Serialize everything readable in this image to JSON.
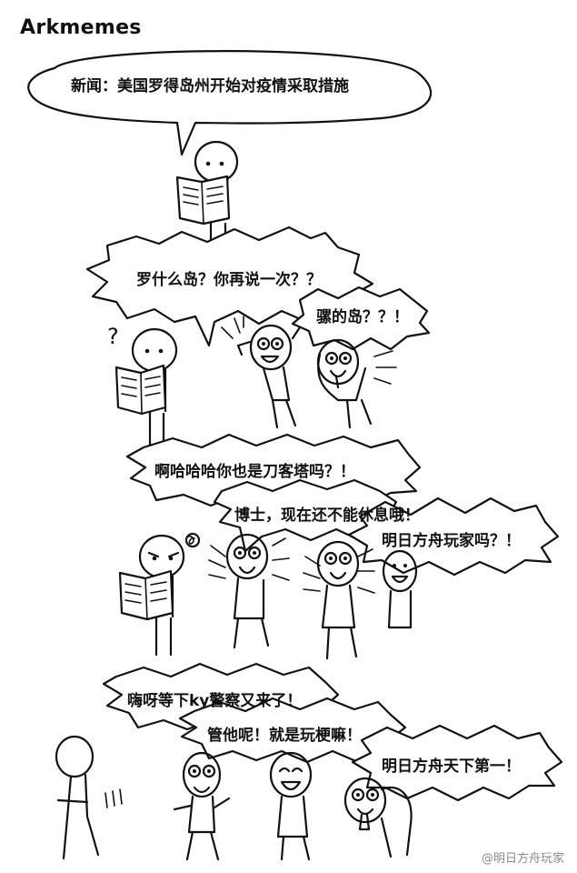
{
  "header": {
    "title": "Arkmemes"
  },
  "panels": [
    {
      "bubbles": [
        {
          "text": "新闻：美国罗得岛州开始对疫情采取措施"
        }
      ]
    },
    {
      "bubbles": [
        {
          "text": "罗什么岛？你再说一次？？"
        },
        {
          "text": "骡的岛？？！"
        }
      ]
    },
    {
      "bubbles": [
        {
          "text": "啊哈哈哈你也是刀客塔吗？！"
        },
        {
          "text": "博士，现在还不能休息哦！"
        },
        {
          "text": "明日方舟玩家吗？！"
        }
      ]
    },
    {
      "bubbles": [
        {
          "text": "嗨呀等下ky警察又来了！"
        },
        {
          "text": "管他呢！就是玩梗嘛！"
        },
        {
          "text": "明日方舟天下第一！"
        }
      ]
    }
  ],
  "watermark": "@明日方舟玩家"
}
